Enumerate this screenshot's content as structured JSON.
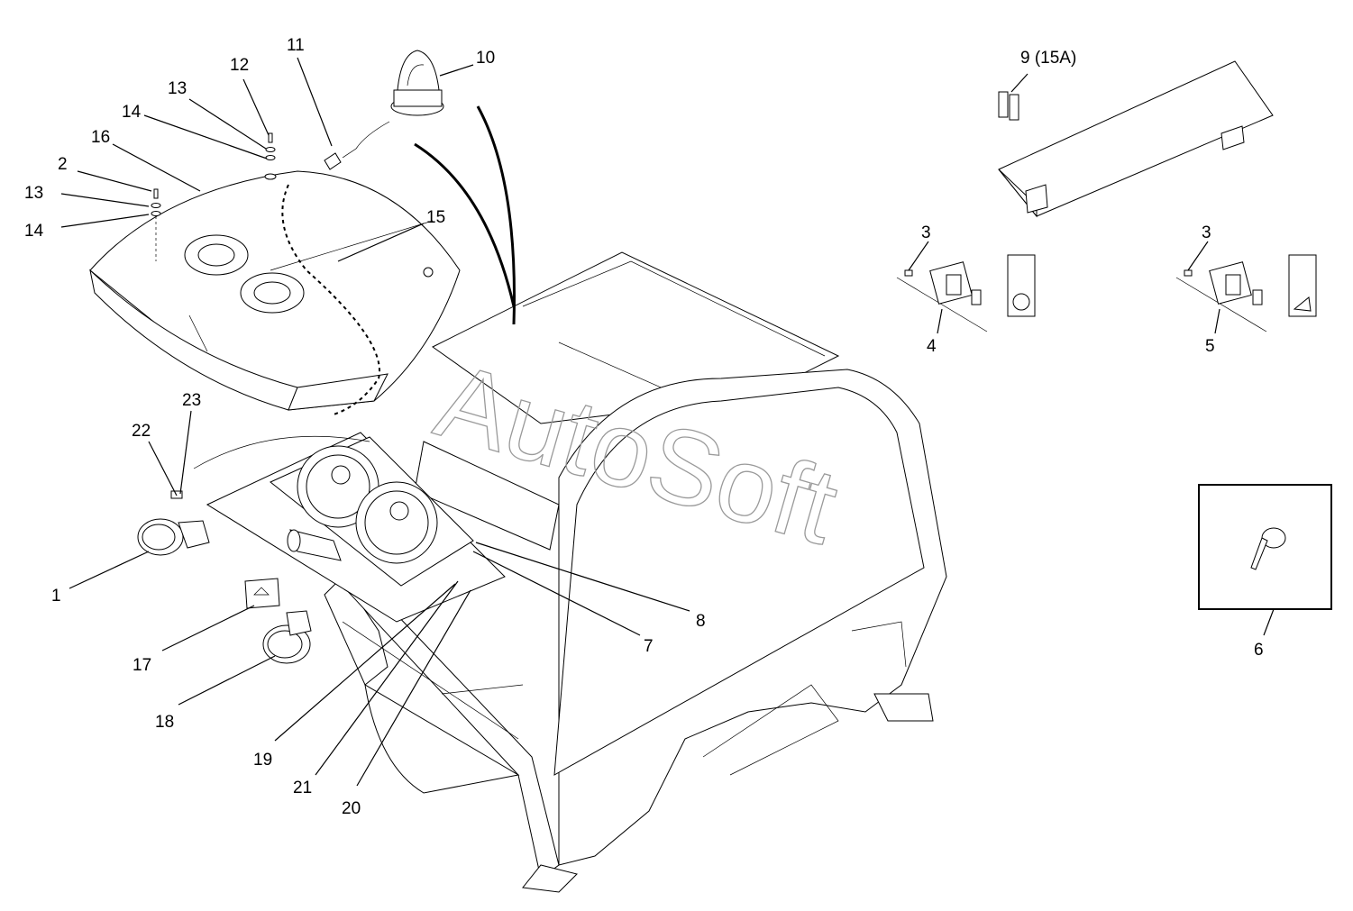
{
  "watermark": {
    "text": "AutoSoft"
  },
  "callouts": [
    {
      "id": "c1",
      "text": "1"
    },
    {
      "id": "c2",
      "text": "2"
    },
    {
      "id": "c3a",
      "text": "3"
    },
    {
      "id": "c3b",
      "text": "3"
    },
    {
      "id": "c4",
      "text": "4"
    },
    {
      "id": "c5",
      "text": "5"
    },
    {
      "id": "c6",
      "text": "6"
    },
    {
      "id": "c7",
      "text": "7"
    },
    {
      "id": "c8",
      "text": "8"
    },
    {
      "id": "c9",
      "text": "9 (15A)"
    },
    {
      "id": "c10",
      "text": "10"
    },
    {
      "id": "c11",
      "text": "11"
    },
    {
      "id": "c12",
      "text": "12"
    },
    {
      "id": "c13a",
      "text": "13"
    },
    {
      "id": "c13b",
      "text": "13"
    },
    {
      "id": "c14a",
      "text": "14"
    },
    {
      "id": "c14b",
      "text": "14"
    },
    {
      "id": "c15",
      "text": "15"
    },
    {
      "id": "c16",
      "text": "16"
    },
    {
      "id": "c17",
      "text": "17"
    },
    {
      "id": "c18",
      "text": "18"
    },
    {
      "id": "c19",
      "text": "19"
    },
    {
      "id": "c20",
      "text": "20"
    },
    {
      "id": "c21",
      "text": "21"
    },
    {
      "id": "c22",
      "text": "22"
    },
    {
      "id": "c23",
      "text": "23"
    }
  ]
}
